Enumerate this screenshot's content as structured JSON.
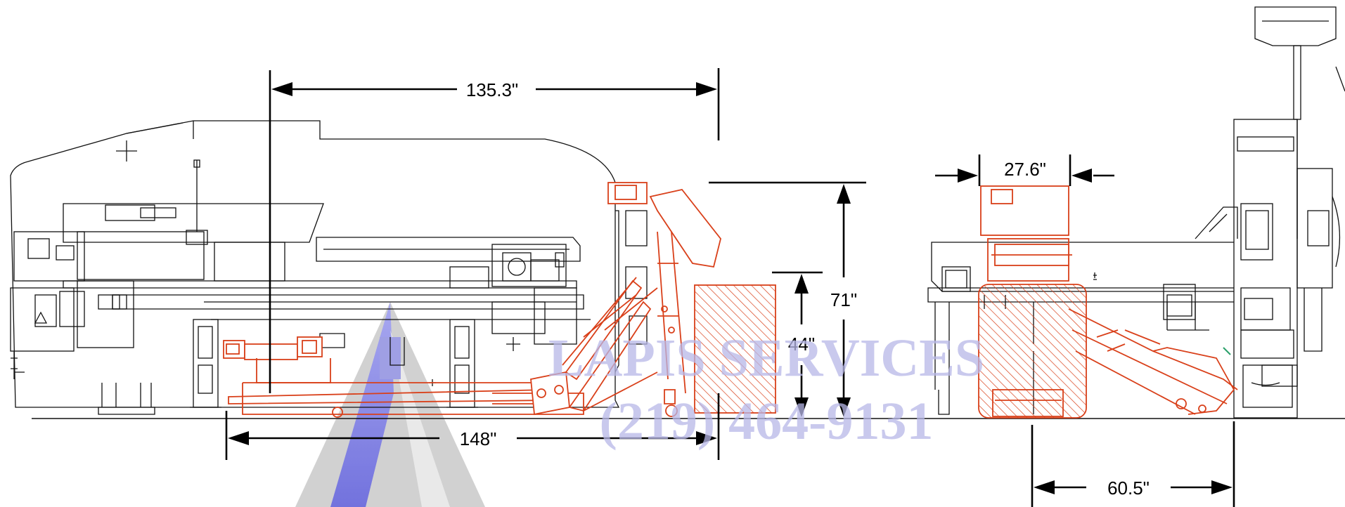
{
  "dimensions": {
    "top_length": "135.3\"",
    "bottom_length": "148\"",
    "height_44": "44\"",
    "height_71": "71\"",
    "right_width": "27.6\"",
    "right_length": "60.5\""
  },
  "watermark": {
    "line1": "LAPIS SERVICES",
    "line2": "(219) 464-9131"
  },
  "colors": {
    "machine": "#111111",
    "conveyor": "#d9401a",
    "watermark_blue": "#7f7fe6",
    "watermark_gray": "#b0b0b0"
  }
}
